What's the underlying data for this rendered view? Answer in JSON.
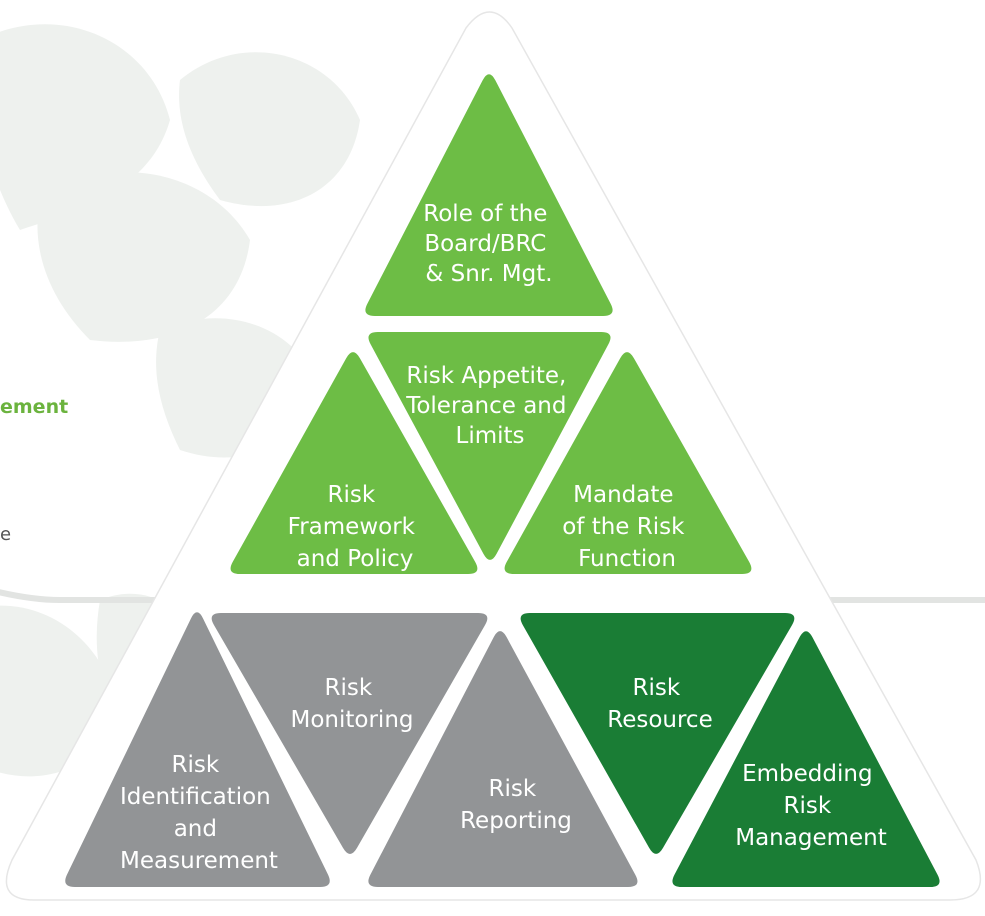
{
  "colors": {
    "light_green": "#6dbd45",
    "dark_green": "#1a7d35",
    "grey": "#929496",
    "text_white": "#ffffff",
    "side_title_green": "#6bb33e"
  },
  "side": {
    "title_fragment": "ement",
    "text_fragment": "e"
  },
  "segments": [
    {
      "id": "board",
      "color": "light_green",
      "lines": [
        "Role of the",
        "Board/BRC",
        "& Snr. Mgt."
      ]
    },
    {
      "id": "appetite",
      "color": "light_green",
      "lines": [
        "Risk Appetite,",
        "Tolerance and",
        "Limits"
      ]
    },
    {
      "id": "framework",
      "color": "light_green",
      "lines": [
        "Risk",
        "Framework",
        "and Policy"
      ]
    },
    {
      "id": "mandate",
      "color": "light_green",
      "lines": [
        "Mandate",
        "of the Risk",
        "Function"
      ]
    },
    {
      "id": "identification",
      "color": "grey",
      "lines": [
        "Risk",
        "Identification",
        "and",
        "Measurement"
      ]
    },
    {
      "id": "monitoring",
      "color": "grey",
      "lines": [
        "Risk",
        "Monitoring"
      ]
    },
    {
      "id": "reporting",
      "color": "grey",
      "lines": [
        "Risk",
        "Reporting"
      ]
    },
    {
      "id": "resource",
      "color": "dark_green",
      "lines": [
        "Risk",
        "Resource"
      ]
    },
    {
      "id": "embedding",
      "color": "dark_green",
      "lines": [
        "Embedding",
        "Risk",
        "Management"
      ]
    }
  ]
}
